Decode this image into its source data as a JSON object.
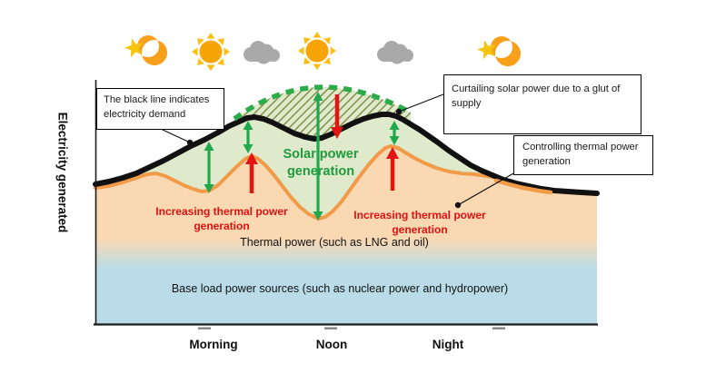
{
  "diagram": {
    "title_none": "",
    "y_axis_label": "Electricity generated",
    "x_axis_labels": [
      "Morning",
      "Noon",
      "Night"
    ],
    "callouts": {
      "demand": "The black line indicates\nelectricity demand",
      "curtail": "Curtailing solar power due to a glut of\nsupply",
      "control": "Controlling thermal power\ngeneration"
    },
    "labels": {
      "solar": "Solar power\ngeneration",
      "thermal_increase_morning": "Increasing thermal power\ngeneration",
      "thermal_increase_evening": "Increasing thermal power\ngeneration",
      "thermal_band": "Thermal power (such as LNG and oil)",
      "base_band": "Base load power sources (such as nuclear power and hydropower)"
    },
    "weather_icons": [
      "night",
      "sunny",
      "cloudy",
      "sunny",
      "cloudy",
      "night"
    ],
    "colors": {
      "demand_line": "#111111",
      "thermal_line": "#F19A48",
      "thermal_fill": "#FAD8B2",
      "base_fill": "#BADCE8",
      "solar_fill": "#DFE9CB",
      "solar_dash": "#2BAB49",
      "hatch_line": "#7D8C44",
      "green_arrow": "#22A84C",
      "red_arrow": "#E51414",
      "sun": "#F7A408",
      "sun_rays": "#FDBE11",
      "cloud": "#A9A9A9",
      "moon": "#F9A01B",
      "star": "#F5C40F"
    }
  }
}
